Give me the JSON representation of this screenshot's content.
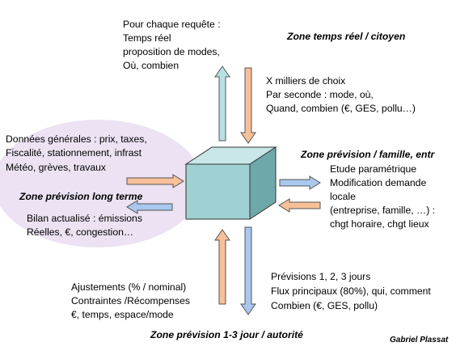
{
  "zones": {
    "temps_reel": "Zone temps réel / citoyen",
    "famille": "Zone prévision / famille, entr",
    "long_terme": "Zone prévision long terme",
    "autorite": "Zone prévision 1-3 jour / autorité"
  },
  "top_left": {
    "lines": [
      "Pour chaque requête :",
      "Temps réel",
      "proposition de modes,",
      "Où, combien"
    ]
  },
  "top_right": {
    "lines": [
      "X milliers de choix",
      "Par seconde : mode, où,",
      "Quand, combien (€, GES, pollu…)"
    ]
  },
  "left_in": {
    "lines": [
      "Données générales : prix, taxes,",
      "Fiscalité, stationnement, infrast",
      "Météo, grèves, travaux"
    ]
  },
  "left_out": {
    "lines": [
      "Bilan actualisé : émissions",
      "Réelles, €, congestion…"
    ]
  },
  "right_out": {
    "lines": [
      "Etude paramétrique",
      "Modification demande",
      "locale"
    ]
  },
  "right_in": {
    "lines": [
      "(entreprise, famille, …) :",
      "chgt horaire, chgt lieux"
    ]
  },
  "bottom_left": {
    "lines": [
      "Ajustements (% / nominal)",
      "Contraintes /Récompenses",
      "€, temps, espace/mode"
    ]
  },
  "bottom_right": {
    "lines": [
      "Prévisions 1, 2, 3 jours",
      "Flux principaux (80%), qui, comment",
      "Combien (€, GES, pollu)"
    ]
  },
  "author": "Gabriel Plassat",
  "colors": {
    "cube_front": "#9fd0d2",
    "cube_top": "#c9e7e8",
    "cube_side": "#6fa8ab",
    "arrow_blue": "#a9c8ee",
    "arrow_teal": "#b9e0e0",
    "arrow_orange": "#f7c098",
    "ellipse": "#ece2f3"
  }
}
